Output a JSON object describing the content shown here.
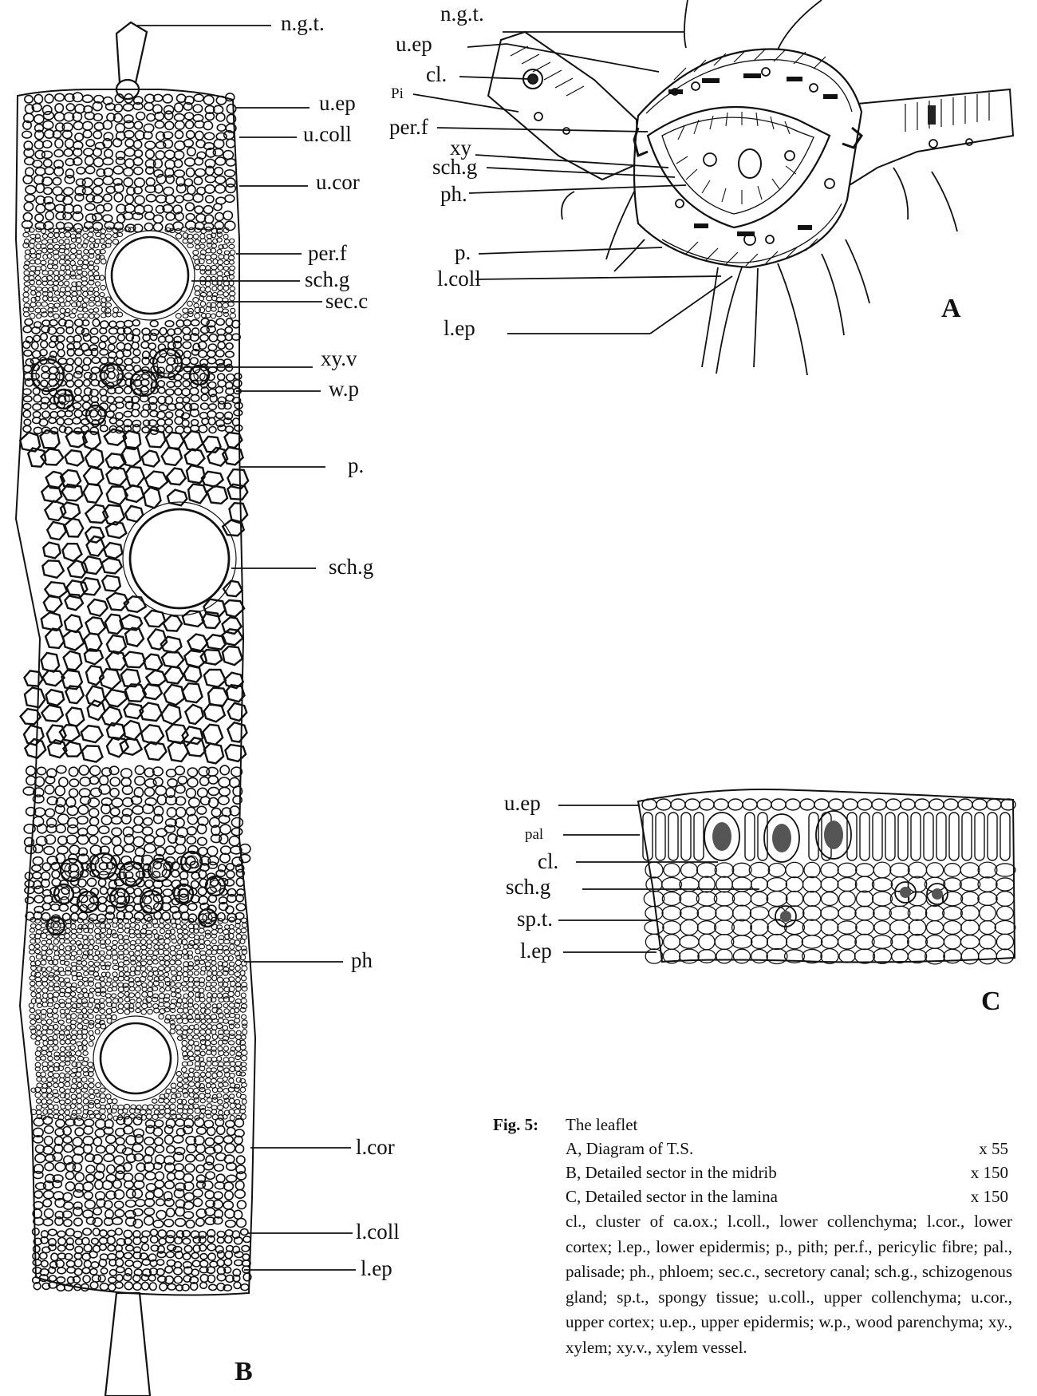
{
  "panel_b": {
    "letter": "B",
    "labels": [
      "n.g.t.",
      "u.ep",
      "u.coll",
      "u.cor",
      "per.f",
      "sch.g",
      "sec.c",
      "xy.v",
      "w.p",
      "p.",
      "sch.g",
      "ph",
      "l.cor",
      "l.coll",
      "l.ep"
    ]
  },
  "panel_a": {
    "letter": "A",
    "labels": [
      "n.g.t.",
      "u.ep",
      "cl.",
      "Pi",
      "per.f",
      "xy",
      "sch.g",
      "ph.",
      "p.",
      "l.coll",
      "l.ep"
    ]
  },
  "panel_c": {
    "letter": "C",
    "labels": [
      "u.ep",
      "pal",
      "cl.",
      "sch.g",
      "sp.t.",
      "l.ep"
    ]
  },
  "caption": {
    "fig_label": "Fig. 5:",
    "title": "The leaflet",
    "items": [
      {
        "text": "A, Diagram of T.S.",
        "mag": "x 55"
      },
      {
        "text": "B, Detailed sector in the midrib",
        "mag": "x 150"
      },
      {
        "text": "C, Detailed sector in the lamina",
        "mag": "x 150"
      }
    ],
    "legend": "cl., cluster of ca.ox.; l.coll., lower collenchyma; l.cor., lower cortex; l.ep., lower epidermis; p., pith; per.f., pericylic fibre; pal., palisade; ph., phloem; sec.c., secretory canal; sch.g., schizogenous gland; sp.t., spongy tissue; u.coll., upper collenchyma; u.cor., upper cortex; u.ep., upper epidermis; w.p., wood parenchyma; xy., xylem; xy.v., xylem vessel."
  }
}
